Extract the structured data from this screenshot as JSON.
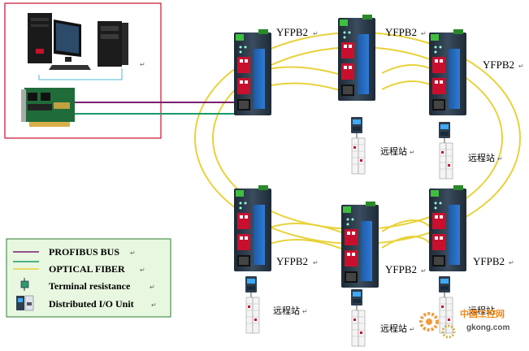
{
  "module_label": "YFPB2",
  "remote_station_label": "远程站",
  "return_mark": "↵",
  "legend": {
    "items": [
      {
        "label": "PROFIBUS BUS",
        "color": "#7a1f6e"
      },
      {
        "label": "PROFIBUS BUS",
        "color": "#1a9a6a"
      },
      {
        "label": "OPTICAL FIBER",
        "color": "#e8d23a"
      },
      {
        "label": "Terminal resistance",
        "icon": "terminal-resistance-icon"
      },
      {
        "label": "Distributed I/O Unit",
        "icon": "distributed-io-icon"
      }
    ]
  },
  "watermark": {
    "cn": "中国工控网",
    "domain": "gkong.com",
    "accent": "#f08a1c"
  },
  "colors": {
    "pc_box_border": "#c8102e",
    "legend_bg": "#e8f7e0",
    "legend_border": "#2f7d2f",
    "fiber": "#e8d23a",
    "bus_purple": "#7a1f6e",
    "bus_green": "#1a9a6a",
    "module_body": "#2b3a4a",
    "module_red": "#c8102e"
  }
}
